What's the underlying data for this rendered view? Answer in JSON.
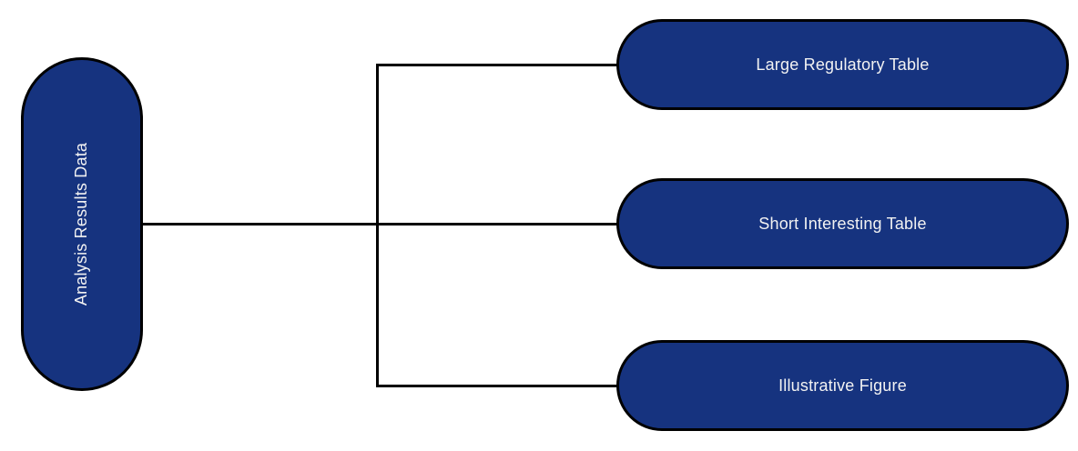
{
  "diagram": {
    "root": {
      "label": "Analysis Results Data"
    },
    "children": [
      {
        "label": "Large Regulatory Table"
      },
      {
        "label": "Short Interesting Table"
      },
      {
        "label": "Illustrative Figure"
      }
    ],
    "colors": {
      "node_fill": "#16337F",
      "node_border": "#000000",
      "text": "#F2F2F2",
      "connector": "#000000",
      "background": "#FFFFFF"
    }
  }
}
